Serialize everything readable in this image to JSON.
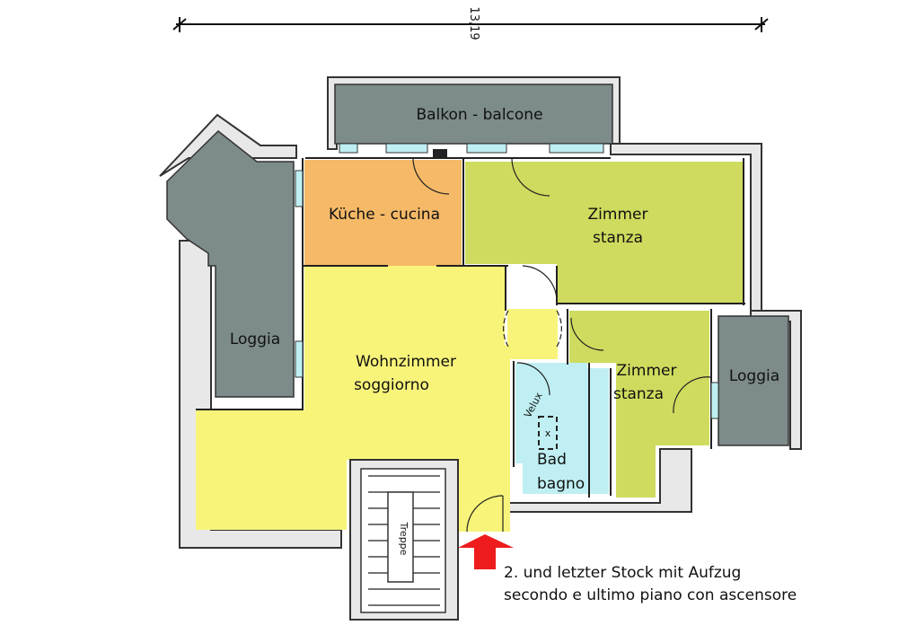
{
  "dimension": {
    "text": "13,19"
  },
  "rooms": {
    "balcony": "Balkon - balcone",
    "kitchen": "Küche - cucina",
    "room1_de": "Zimmer",
    "room1_it": "stanza",
    "loggia_left": "Loggia",
    "living_de": "Wohnzimmer",
    "living_it": "soggiorno",
    "room2_de": "Zimmer",
    "room2_it": "stanza",
    "loggia_right": "Loggia",
    "velux": "Velux",
    "bath_de": "Bad",
    "bath_it": "bagno"
  },
  "note": {
    "line1": "2. und letzter Stock mit Aufzug",
    "line2": "secondo e ultimo piano con ascensore"
  },
  "colors": {
    "loggia": "#7d8b8a",
    "kitchen": "#f5b967",
    "room": "#cfdb5e",
    "living": "#f8f47a",
    "bath": "#bfeff2",
    "entrance_arrow": "#ee1c1c",
    "wall_fill": "#e8e8e8"
  }
}
